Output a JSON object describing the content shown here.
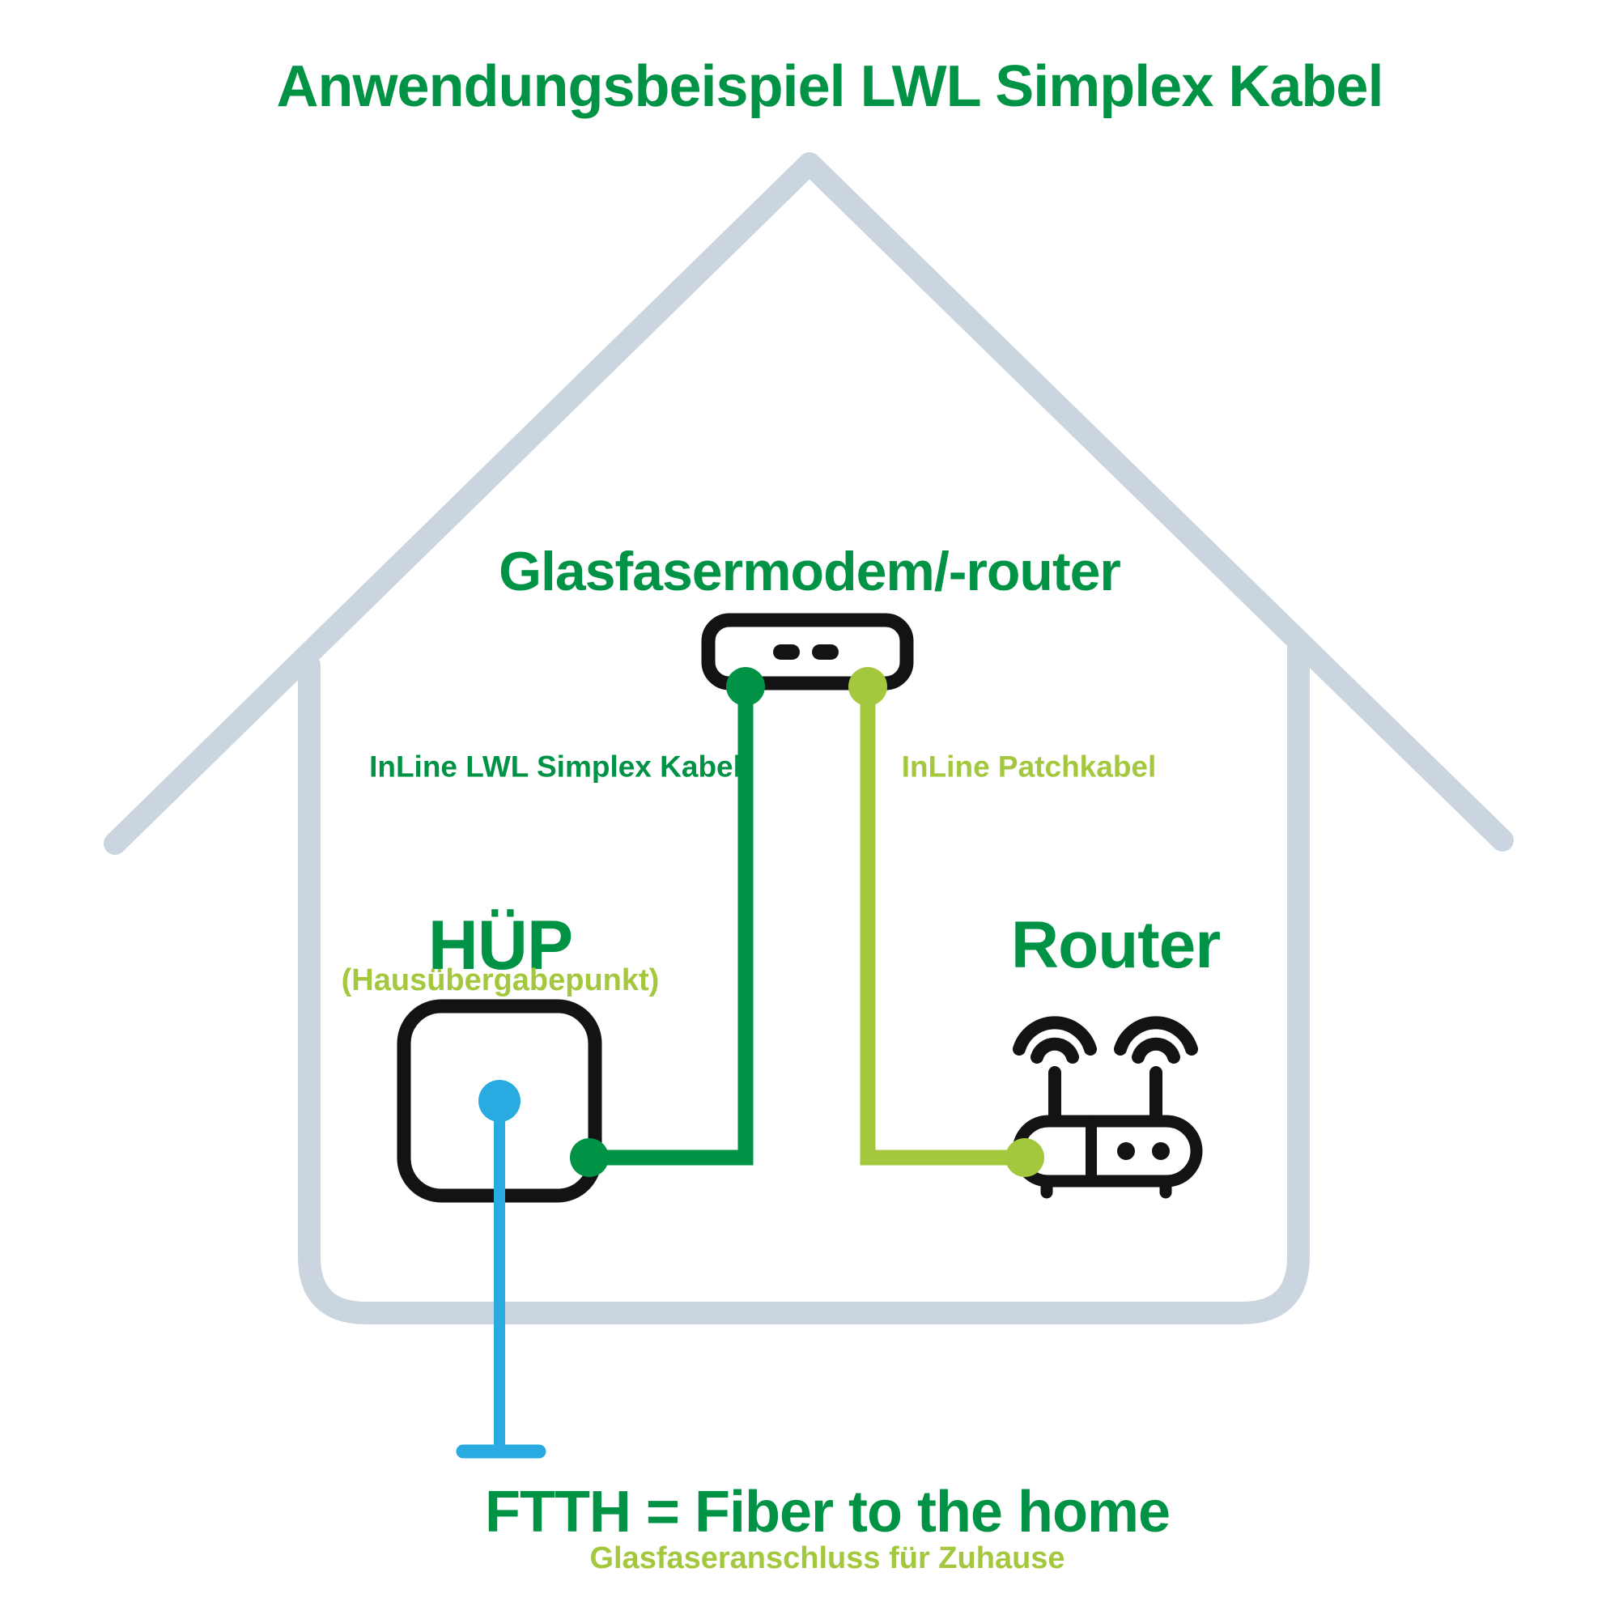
{
  "title": "Anwendungsbeispiel LWL Simplex Kabel",
  "house": {
    "modem": {
      "label": "Glasfasermodem/-router",
      "icon": "fiber-modem-icon"
    },
    "hup": {
      "label": "HÜP",
      "sublabel": "(Hausübergabepunkt)",
      "icon": "hup-box-icon"
    },
    "router": {
      "label": "Router",
      "icon": "wifi-router-icon"
    }
  },
  "cables": {
    "simplex": {
      "label": "InLine LWL Simplex Kabel",
      "color": "#009245"
    },
    "patch": {
      "label": "InLine Patchkabel",
      "color": "#A3C83E"
    },
    "ftth": {
      "label": "FTTH = Fiber to the home",
      "sublabel": "Glasfaseranschluss für Zuhause",
      "color": "#29ABE2"
    }
  },
  "colors": {
    "brand_green": "#009245",
    "light_green": "#A3C83E",
    "fiber_blue": "#29ABE2",
    "house_gray": "#CAD5DF",
    "device_black": "#131313",
    "background": "#FFFFFF"
  }
}
